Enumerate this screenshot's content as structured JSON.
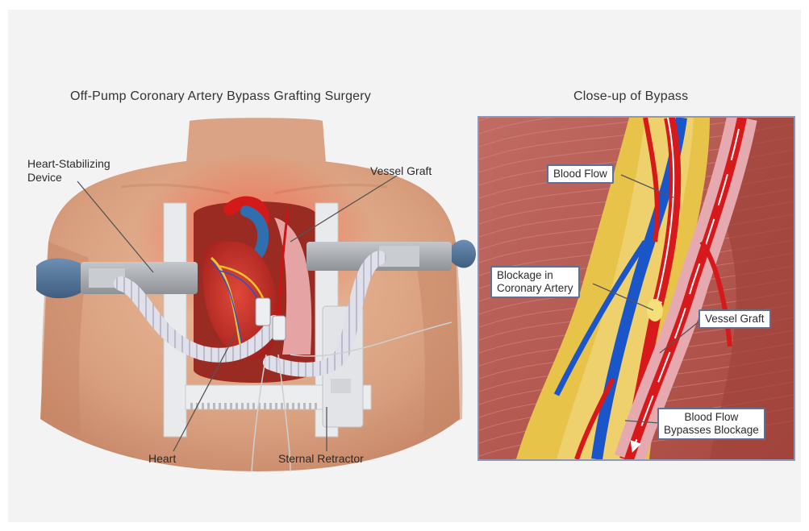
{
  "left_panel": {
    "title": "Off-Pump Coronary Artery Bypass Grafting Surgery",
    "labels": {
      "stabilizer_line1": "Heart-Stabilizing",
      "stabilizer_line2": "Device",
      "vessel_graft": "Vessel Graft",
      "heart": "Heart",
      "sternal_retractor": "Sternal Retractor"
    }
  },
  "right_panel": {
    "title": "Close-up of Bypass",
    "labels": {
      "blood_flow": "Blood Flow",
      "blockage_line1": "Blockage in",
      "blockage_line2": "Coronary Artery",
      "vessel_graft": "Vessel Graft",
      "bypass_line1": "Blood Flow",
      "bypass_line2": "Bypasses Blockage"
    }
  },
  "colors": {
    "skin": "#e1ad8c",
    "artery_red": "#d8191c",
    "vein_blue": "#1a55c9",
    "fat_yellow": "#e7c34a",
    "muscle": "#b95a52",
    "device_gray": "#a9adb3",
    "label_border": "#5f6f96"
  }
}
